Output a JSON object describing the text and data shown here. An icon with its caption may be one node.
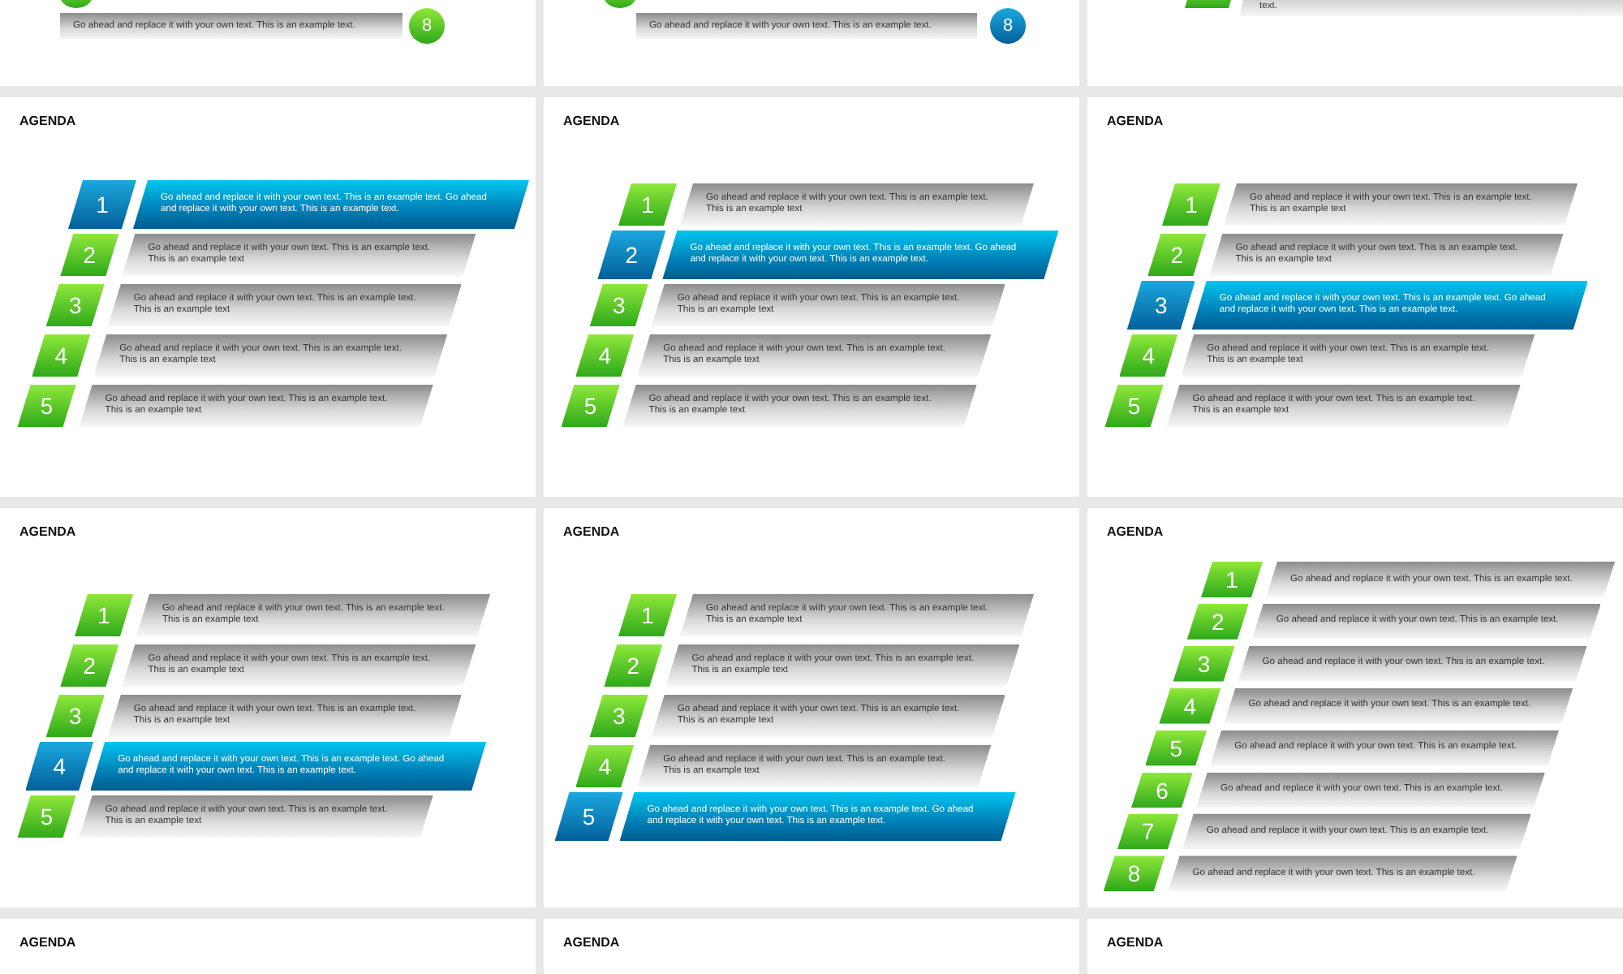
{
  "diagram": {
    "nodes": [
      {
        "text": [],
        "shape": "box"
      },
      {
        "text": [],
        "shape": "circle",
        "in": 0
      },
      {
        "text": [
          "Go ahead and replace it with your own text. This is an example text."
        ],
        "in": 0
      },
      {
        "text": [
          "8"
        ],
        "in": 0
      },
      {
        "text": [],
        "shape": "box"
      },
      {
        "text": [],
        "shape": "circle",
        "in": 4
      },
      {
        "text": [
          "Go ahead and replace it with your own text. This is an example text."
        ],
        "in": 4
      },
      {
        "text": [
          "8"
        ],
        "in": 4
      },
      {
        "text": [],
        "shape": "box"
      },
      {
        "text": [],
        "shape": "box",
        "in": 8
      },
      {
        "text": [
          "text."
        ],
        "in": 8
      },
      {
        "text": [
          "AGENDA"
        ]
      },
      {
        "text": [
          "1"
        ],
        "in": 11
      },
      {
        "text": [
          "Go ahead and replace it with your own text. This is an example text. Go ahead and replace it with your own text. This is an example text."
        ],
        "in": 11
      },
      {
        "text": [
          "2"
        ],
        "in": 11
      },
      {
        "text": [
          "Go ahead and replace it with your own text. This is an example text. This is an example text"
        ],
        "in": 11
      },
      {
        "text": [
          "3"
        ],
        "in": 11
      },
      {
        "text": [
          "Go ahead and replace it with your own text. This is an example text. This is an example text"
        ],
        "in": 11
      },
      {
        "text": [
          "4"
        ],
        "in": 11
      },
      {
        "text": [
          "Go ahead and replace it with your own text. This is an example text. This is an example text"
        ],
        "in": 11
      },
      {
        "text": [
          "5"
        ],
        "in": 11
      },
      {
        "text": [
          "Go ahead and replace it with your own text. This is an example text. This is an example text"
        ],
        "in": 11
      },
      {
        "text": [
          "AGENDA"
        ]
      },
      {
        "text": [
          "1"
        ],
        "in": 22
      },
      {
        "text": [
          "Go ahead and replace it with your own text. This is an example text. This is an example text"
        ],
        "in": 22
      },
      {
        "text": [
          "2"
        ],
        "in": 22
      },
      {
        "text": [
          "Go ahead and replace it with your own text. This is an example text. Go ahead and replace it with your own text. This is an example text."
        ],
        "in": 22
      },
      {
        "text": [
          "3"
        ],
        "in": 22
      },
      {
        "text": [
          "Go ahead and replace it with your own text. This is an example text. This is an example text"
        ],
        "in": 22
      },
      {
        "text": [
          "4"
        ],
        "in": 22
      },
      {
        "text": [
          "Go ahead and replace it with your own text. This is an example text. This is an example text"
        ],
        "in": 22
      },
      {
        "text": [
          "5"
        ],
        "in": 22
      },
      {
        "text": [
          "Go ahead and replace it with your own text. This is an example text. This is an example text"
        ],
        "in": 22
      },
      {
        "text": [
          "AGENDA"
        ]
      },
      {
        "text": [
          "1"
        ],
        "in": 33
      },
      {
        "text": [
          "Go ahead and replace it with your own text. This is an example text. This is an example text"
        ],
        "in": 33
      },
      {
        "text": [
          "2"
        ],
        "in": 33
      },
      {
        "text": [
          "Go ahead and replace it with your own text. This is an example text. This is an example text"
        ],
        "in": 33
      },
      {
        "text": [
          "3"
        ],
        "in": 33
      },
      {
        "text": [
          "Go ahead and replace it with your own text. This is an example text. Go ahead and replace it with your own text. This is an example text."
        ],
        "in": 33
      },
      {
        "text": [
          "4"
        ],
        "in": 33
      },
      {
        "text": [
          "Go ahead and replace it with your own text. This is an example text. This is an example text"
        ],
        "in": 33
      },
      {
        "text": [
          "5"
        ],
        "in": 33
      },
      {
        "text": [
          "Go ahead and replace it with your own text. This is an example text. This is an example text"
        ],
        "in": 33
      },
      {
        "text": [
          "AGENDA"
        ]
      },
      {
        "text": [
          "1"
        ],
        "in": 44
      },
      {
        "text": [
          "Go ahead and replace it with your own text. This is an example text. This is an example text"
        ],
        "in": 44
      },
      {
        "text": [
          "2"
        ],
        "in": 44
      },
      {
        "text": [
          "Go ahead and replace it with your own text. This is an example text. This is an example text"
        ],
        "in": 44
      },
      {
        "text": [
          "3"
        ],
        "in": 44
      },
      {
        "text": [
          "Go ahead and replace it with your own text. This is an example text. This is an example text"
        ],
        "in": 44
      },
      {
        "text": [
          "4"
        ],
        "in": 44
      },
      {
        "text": [
          "Go ahead and replace it with your own text. This is an example text. Go ahead and replace it with your own text. This is an example text."
        ],
        "in": 44
      },
      {
        "text": [
          "5"
        ],
        "in": 44
      },
      {
        "text": [
          "Go ahead and replace it with your own text. This is an example text. This is an example text"
        ],
        "in": 44
      },
      {
        "text": [
          "AGENDA"
        ]
      },
      {
        "text": [
          "1"
        ],
        "in": 55
      },
      {
        "text": [
          "Go ahead and replace it with your own text. This is an example text. This is an example text"
        ],
        "in": 55
      },
      {
        "text": [
          "2"
        ],
        "in": 55
      },
      {
        "text": [
          "Go ahead and replace it with your own text. This is an example text. This is an example text"
        ],
        "in": 55
      },
      {
        "text": [
          "3"
        ],
        "in": 55
      },
      {
        "text": [
          "Go ahead and replace it with your own text. This is an example text. This is an example text"
        ],
        "in": 55
      },
      {
        "text": [
          "4"
        ],
        "in": 55
      },
      {
        "text": [
          "Go ahead and replace it with your own text. This is an example text. This is an example text"
        ],
        "in": 55
      },
      {
        "text": [
          "5"
        ],
        "in": 55
      },
      {
        "text": [
          "Go ahead and replace it with your own text. This is an example text. Go ahead and replace it with your own text. This is an example text."
        ],
        "in": 55
      },
      {
        "text": [
          "AGENDA"
        ]
      },
      {
        "text": [
          "1"
        ],
        "in": 66
      },
      {
        "text": [
          "Go ahead and replace it with your own text. This is an example text."
        ],
        "in": 66
      },
      {
        "text": [
          "2"
        ],
        "in": 66
      },
      {
        "text": [
          "Go ahead and replace it with your own text. This is an example text."
        ],
        "in": 66
      },
      {
        "text": [
          "3"
        ],
        "in": 66
      },
      {
        "text": [
          "Go ahead and replace it with your own text. This is an example text."
        ],
        "in": 66
      },
      {
        "text": [
          "4"
        ],
        "in": 66
      },
      {
        "text": [
          "Go ahead and replace it with your own text. This is an example text."
        ],
        "in": 66
      },
      {
        "text": [
          "5"
        ],
        "in": 66
      },
      {
        "text": [
          "Go ahead and replace it with your own text. This is an example text."
        ],
        "in": 66
      },
      {
        "text": [
          "6"
        ],
        "in": 66
      },
      {
        "text": [
          "Go ahead and replace it with your own text. This is an example text."
        ],
        "in": 66
      },
      {
        "text": [
          "7"
        ],
        "in": 66
      },
      {
        "text": [
          "Go ahead and replace it with your own text. This is an example text."
        ],
        "in": 66
      },
      {
        "text": [
          "8"
        ],
        "in": 66
      },
      {
        "text": [
          "Go ahead and replace it with your own text. This is an example text."
        ],
        "in": 66
      },
      {
        "text": [
          "AGENDA"
        ]
      },
      {
        "text": [
          "AGENDA"
        ]
      },
      {
        "text": [
          "AGENDA"
        ]
      }
    ]
  }
}
